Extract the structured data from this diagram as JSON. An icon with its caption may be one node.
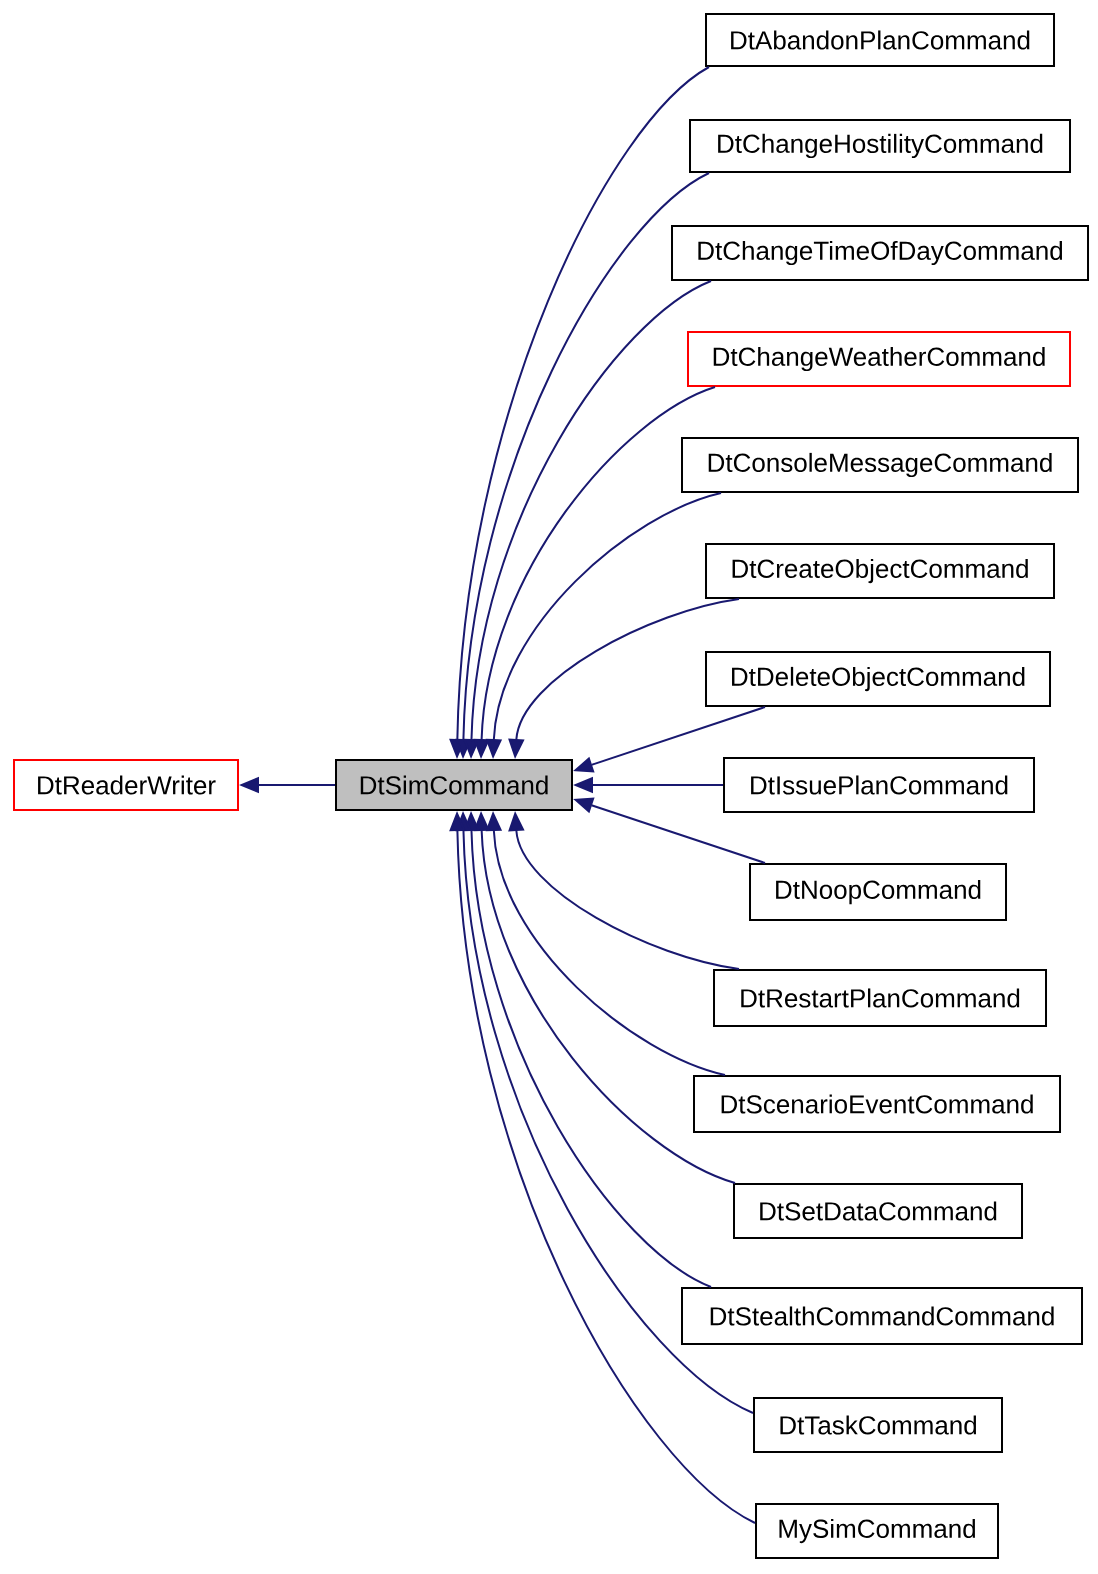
{
  "diagram": {
    "nodes": [
      {
        "text": [
          "DtReaderWriter"
        ]
      },
      {
        "text": [
          "DtSimCommand"
        ]
      },
      {
        "text": [
          "DtAbandonPlanCommand"
        ]
      },
      {
        "text": [
          "DtChangeHostilityCommand"
        ]
      },
      {
        "text": [
          "DtChangeTimeOfDayCommand"
        ]
      },
      {
        "text": [
          "DtChangeWeatherCommand"
        ]
      },
      {
        "text": [
          "DtConsoleMessageCommand"
        ]
      },
      {
        "text": [
          "DtCreateObjectCommand"
        ]
      },
      {
        "text": [
          "DtDeleteObjectCommand"
        ]
      },
      {
        "text": [
          "DtIssuePlanCommand"
        ]
      },
      {
        "text": [
          "DtNoopCommand"
        ]
      },
      {
        "text": [
          "DtRestartPlanCommand"
        ]
      },
      {
        "text": [
          "DtScenarioEventCommand"
        ]
      },
      {
        "text": [
          "DtSetDataCommand"
        ]
      },
      {
        "text": [
          "DtStealthCommandCommand"
        ]
      },
      {
        "text": [
          "DtTaskCommand"
        ]
      },
      {
        "text": [
          "MySimCommand"
        ]
      }
    ],
    "edges": [
      {
        "from": 1,
        "to": 0,
        "arrow": "to"
      },
      {
        "from": 2,
        "to": 1,
        "arrow": "to"
      },
      {
        "from": 3,
        "to": 1,
        "arrow": "to"
      },
      {
        "from": 4,
        "to": 1,
        "arrow": "to"
      },
      {
        "from": 5,
        "to": 1,
        "arrow": "to"
      },
      {
        "from": 6,
        "to": 1,
        "arrow": "to"
      },
      {
        "from": 7,
        "to": 1,
        "arrow": "to"
      },
      {
        "from": 8,
        "to": 1,
        "arrow": "to"
      },
      {
        "from": 9,
        "to": 1,
        "arrow": "to"
      },
      {
        "from": 10,
        "to": 1,
        "arrow": "to"
      },
      {
        "from": 11,
        "to": 1,
        "arrow": "to"
      },
      {
        "from": 12,
        "to": 1,
        "arrow": "to"
      },
      {
        "from": 13,
        "to": 1,
        "arrow": "to"
      },
      {
        "from": 14,
        "to": 1,
        "arrow": "to"
      },
      {
        "from": 15,
        "to": 1,
        "arrow": "to"
      },
      {
        "from": 16,
        "to": 1,
        "arrow": "to"
      }
    ]
  }
}
